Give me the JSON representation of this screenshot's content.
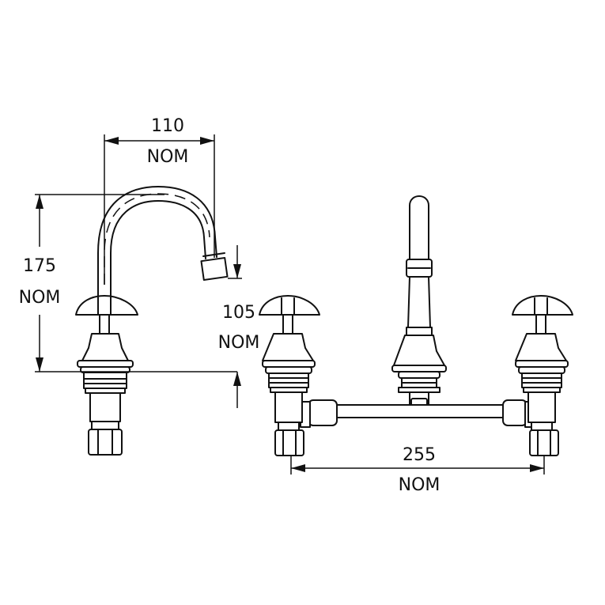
{
  "dimensions": {
    "spout_reach": {
      "value": "110",
      "unit": "NOM"
    },
    "tap_height": {
      "value": "175",
      "unit": "NOM"
    },
    "spout_outlet_height": {
      "value": "105",
      "unit": "NOM"
    },
    "tap_centres": {
      "value": "255",
      "unit": "NOM"
    }
  }
}
